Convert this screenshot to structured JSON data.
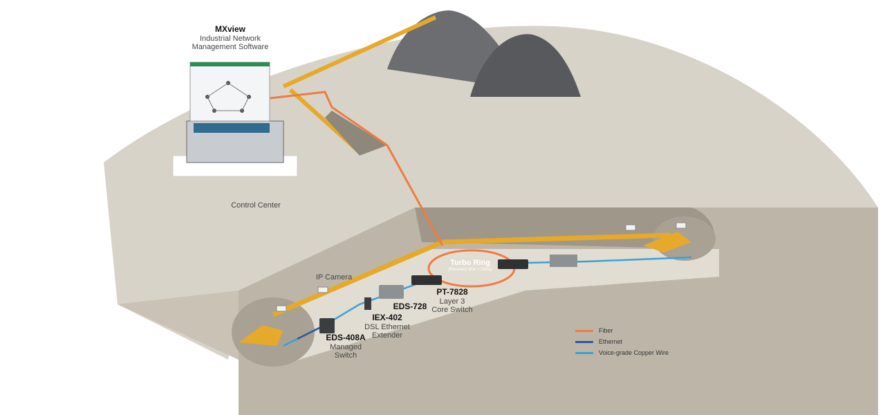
{
  "mxview": {
    "title": "MXview",
    "line1": "Industrial Network",
    "line2": "Management Software"
  },
  "control_center": "Control Center",
  "ip_camera": "IP Camera",
  "turbo_ring": {
    "title": "Turbo Ring",
    "note": "(Recovery time < 20ms)"
  },
  "pt7828": {
    "model": "PT-7828",
    "line1": "Layer 3",
    "line2": "Core Switch"
  },
  "eds728": {
    "model": "EDS-728"
  },
  "iex402": {
    "model": "IEX-402",
    "line1": "DSL Ethernet",
    "line2": "Extender"
  },
  "eds408a": {
    "model": "EDS-408A",
    "line1": "Managed",
    "line2": "Switch"
  },
  "legend": [
    {
      "label": "Fiber",
      "color": "#f07b3f"
    },
    {
      "label": "Ethernet",
      "color": "#2e56a6"
    },
    {
      "label": "Voice-grade Copper Wire",
      "color": "#3aa0d8"
    }
  ],
  "colors": {
    "ground": "#d8d3c8",
    "fiber": "#f07b3f",
    "ethernet": "#2e56a6",
    "copper": "#3aa0d8",
    "conveyor": "#e6a92a"
  }
}
